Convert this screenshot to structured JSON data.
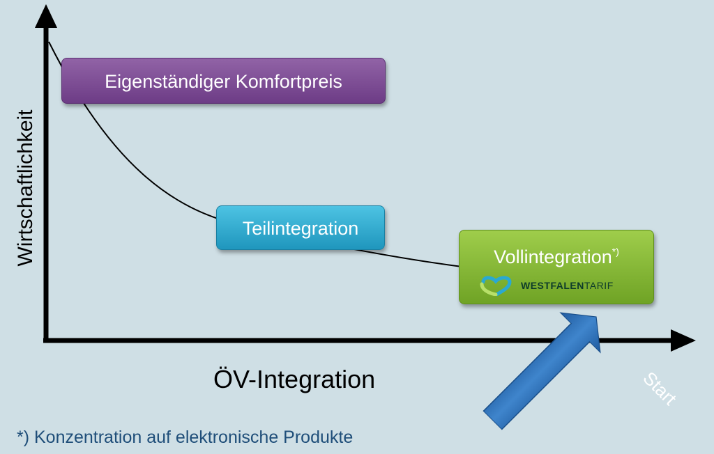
{
  "axes": {
    "y_label": "Wirtschaftlichkeit",
    "x_label": "ÖV-Integration"
  },
  "boxes": {
    "komfort": {
      "label": "Eigenständiger Komfortpreis",
      "color": "#7b4a94"
    },
    "teil": {
      "label": "Teilintegration",
      "color": "#2aa9d2"
    },
    "voll": {
      "label": "Vollintegration",
      "footnote_marker": "*)",
      "color": "#86b83a",
      "logo": {
        "icon": "westfalentarif-heart-logo-icon",
        "bold": "WESTFALEN",
        "light": "TARIF"
      }
    }
  },
  "start_arrow": {
    "label": "Start",
    "color": "#2e6fb5"
  },
  "footnote": "*) Konzentration auf elektronische Produkte"
}
